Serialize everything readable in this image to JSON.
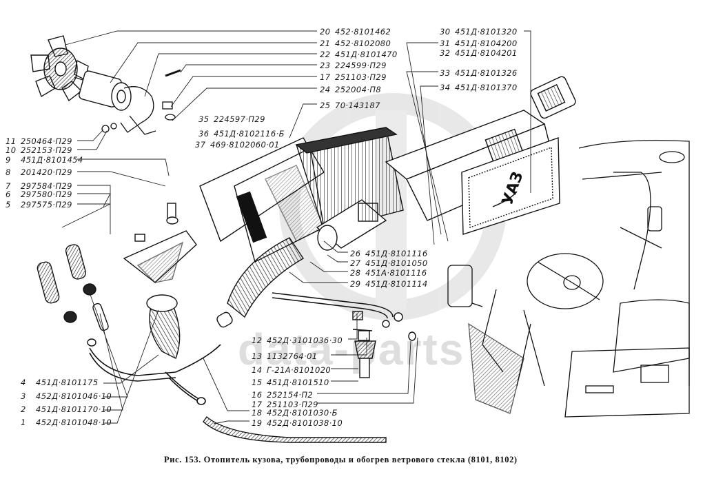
{
  "figure": {
    "caption": "Рис. 153. Отопитель кузова, трубопроводы и обогрев ветрового стекла (8101, 8102)",
    "watermark": "data-parts"
  },
  "parts": [
    {
      "num": "1",
      "code": "452Д·8101048·10"
    },
    {
      "num": "2",
      "code": "451Д·8101170·10"
    },
    {
      "num": "3",
      "code": "452Д·8101046·10"
    },
    {
      "num": "4",
      "code": "451Д·8101175"
    },
    {
      "num": "5",
      "code": "297575·П29"
    },
    {
      "num": "6",
      "code": "297580·П29"
    },
    {
      "num": "7",
      "code": "297584·П29"
    },
    {
      "num": "8",
      "code": "201420·П29"
    },
    {
      "num": "9",
      "code": "451Д·8101454"
    },
    {
      "num": "10",
      "code": "252153·П29"
    },
    {
      "num": "11",
      "code": "250464·П29"
    },
    {
      "num": "12",
      "code": "452Д·3101036·30"
    },
    {
      "num": "13",
      "code": "1132764·01"
    },
    {
      "num": "14",
      "code": "Г-21А·8101020"
    },
    {
      "num": "15",
      "code": "451Д·8101510"
    },
    {
      "num": "16",
      "code": "252154·П2"
    },
    {
      "num": "17",
      "code": "251103·П29"
    },
    {
      "num": "18",
      "code": "452Д·8101030·Б"
    },
    {
      "num": "19",
      "code": "452Д·8101038·10"
    },
    {
      "num": "20",
      "code": "452·8101462"
    },
    {
      "num": "21",
      "code": "452·8102080"
    },
    {
      "num": "22",
      "code": "451Д·8101470"
    },
    {
      "num": "23",
      "code": "224599·П29"
    },
    {
      "num": "17",
      "code": "251103·П29"
    },
    {
      "num": "24",
      "code": "252004·П8"
    },
    {
      "num": "25",
      "code": "70·143187"
    },
    {
      "num": "26",
      "code": "451Д·8101116"
    },
    {
      "num": "27",
      "code": "451Д·8101050"
    },
    {
      "num": "28",
      "code": "451А·8101116"
    },
    {
      "num": "29",
      "code": "451Д·8101114"
    },
    {
      "num": "30",
      "code": "451Д·8101320"
    },
    {
      "num": "31",
      "code": "451Д·8104200"
    },
    {
      "num": "32",
      "code": "451Д·8104201"
    },
    {
      "num": "33",
      "code": "451Д·8101326"
    },
    {
      "num": "34",
      "code": "451Д·8101370"
    },
    {
      "num": "35",
      "code": "224597·П29"
    },
    {
      "num": "36",
      "code": "451Д·8102116·Б"
    },
    {
      "num": "37",
      "code": "469·8102060·01"
    }
  ],
  "nameplate_text": "УАЗ"
}
